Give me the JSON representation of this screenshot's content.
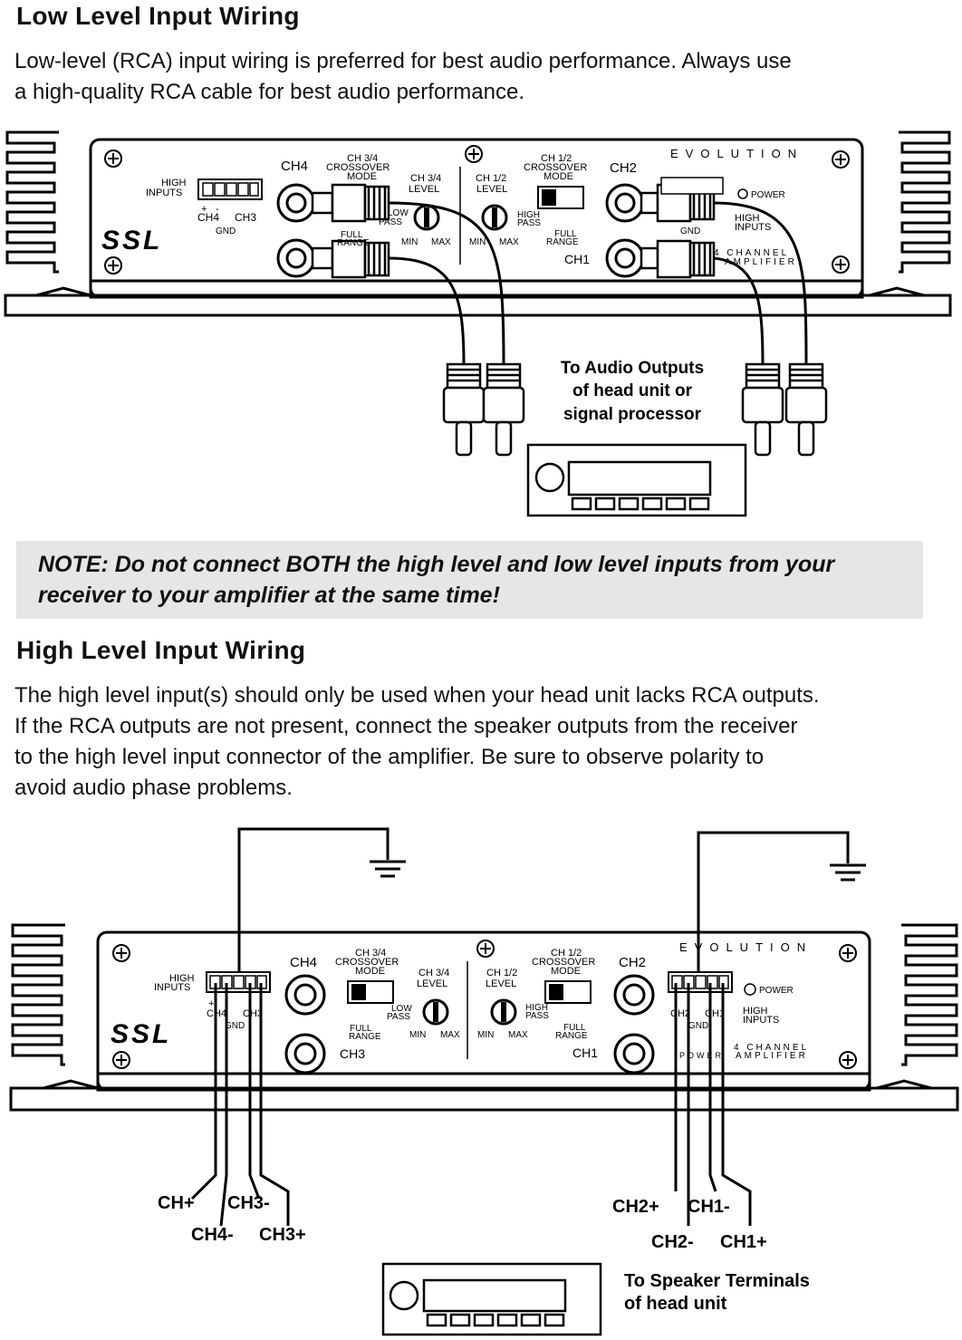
{
  "low_section": {
    "heading": "Low Level Input Wiring",
    "body_line1": "Low-level (RCA) input wiring is preferred for best audio performance. Always use",
    "body_line2": "a high-quality RCA cable for best audio performance."
  },
  "note": {
    "line1": "NOTE: Do not connect BOTH the high level and low level inputs from your",
    "line2": "receiver to your amplifier at the same time!"
  },
  "high_section": {
    "heading": "High Level Input Wiring",
    "body_line1": "The high level input(s) should only be used when your head unit lacks RCA outputs.",
    "body_line2": "If the RCA outputs are not present, connect the speaker outputs from the receiver",
    "body_line3": "to the high level input connector of the amplifier. Be sure to observe polarity to",
    "body_line4": "avoid audio phase problems."
  },
  "amp": {
    "brand": "SSL",
    "model": "EVOLUTION",
    "ch1": "CH1",
    "ch2": "CH2",
    "ch3": "CH3",
    "ch4": "CH4",
    "high": "HIGH",
    "inputs": "INPUTS",
    "gnd": "GND",
    "ch34": "CH 3/4",
    "ch12": "CH 1/2",
    "crossover": "CROSSOVER",
    "mode": "MODE",
    "level": "LEVEL",
    "low": "LOW",
    "pass": "PASS",
    "high_pass_high": "HIGH",
    "full": "FULL",
    "range": "RANGE",
    "min": "MIN",
    "max": "MAX",
    "power": "POWER",
    "four_channel": "4 CHANNEL",
    "amplifier": "AMPLIFIER",
    "plus": "+",
    "minus": "-"
  },
  "low_diagram": {
    "caption_line1": "To Audio Outputs",
    "caption_line2": "of head unit or",
    "caption_line3": "signal processor"
  },
  "high_diagram": {
    "wire_labels": {
      "ch_plus": "CH+",
      "ch3_minus": "CH3-",
      "ch4_minus": "CH4-",
      "ch3_plus": "CH3+",
      "ch2_plus": "CH2+",
      "ch1_minus": "CH1-",
      "ch2_minus": "CH2-",
      "ch1_plus": "CH1+"
    },
    "caption_line1": "To Speaker Terminals",
    "caption_line2": "of head unit"
  }
}
